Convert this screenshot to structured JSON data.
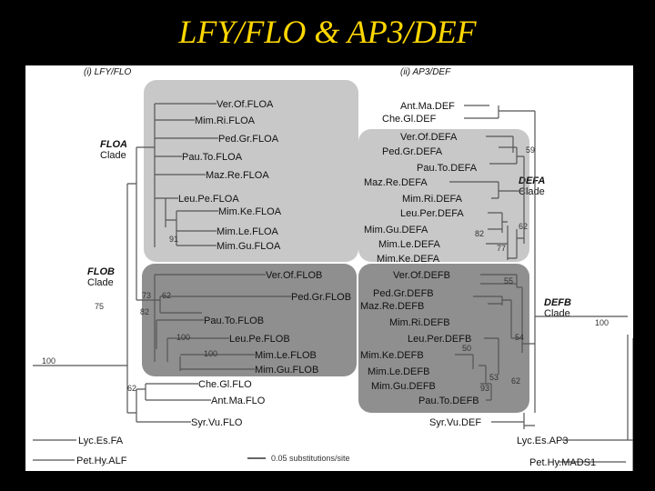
{
  "title": "LFY/FLO & AP3/DEF",
  "panels": {
    "left": {
      "prefix": "(i) ",
      "name": "LFY/FLO"
    },
    "right": {
      "prefix": "(ii) ",
      "name": "AP3/DEF"
    }
  },
  "clades": {
    "floa": [
      "FLOA",
      "Clade"
    ],
    "flob": [
      "FLOB",
      "Clade"
    ],
    "defa": [
      "DEFA",
      "Clade"
    ],
    "defb": [
      "DEFB",
      "Clade"
    ]
  },
  "taxa": {
    "floa": [
      "Ver.Of.FLOA",
      "Mim.Ri.FLOA",
      "Ped.Gr.FLOA",
      "Pau.To.FLOA",
      "Maz.Re.FLOA",
      "Leu.Pe.FLOA",
      "Mim.Ke.FLOA",
      "Mim.Le.FLOA",
      "Mim.Gu.FLOA"
    ],
    "flob": [
      "Ver.Of.FLOB",
      "Ped.Gr.FLOB",
      "Pau.To.FLOB",
      "Leu.Pe.FLOB",
      "Mim.Le.FLOB",
      "Mim.Gu.FLOB"
    ],
    "flo_other": [
      "Che.Gl.FLO",
      "Ant.Ma.FLO",
      "Syr.Vu.FLO"
    ],
    "flo_out": [
      "Lyc.Es.FA",
      "Pet.Hy.ALF"
    ],
    "def_top": [
      "Ant.Ma.DEF",
      "Che.Gl.DEF"
    ],
    "defa": [
      "Ver.Of.DEFA",
      "Ped.Gr.DEFA",
      "Pau.To.DEFA",
      "Maz.Re.DEFA",
      "Mim.Ri.DEFA",
      "Leu.Per.DEFA",
      "Mim.Gu.DEFA",
      "Mim.Le.DEFA",
      "Mim.Ke.DEFA"
    ],
    "defb": [
      "Ver.Of.DEFB",
      "Ped.Gr.DEFB",
      "Maz.Re.DEFB",
      "Mim.Ri.DEFB",
      "Leu.Per.DEFB",
      "Mim.Ke.DEFB",
      "Mim.Le.DEFB",
      "Mim.Gu.DEFB",
      "Pau.To.DEFB"
    ],
    "def_other": [
      "Syr.Vu.DEF"
    ],
    "def_out": [
      "Lyc.Es.AP3",
      "Pet.Hy.MADS1"
    ]
  },
  "bootstrap": {
    "left": [
      "91",
      "73",
      "62",
      "82",
      "100",
      "100",
      "75",
      "62",
      "100"
    ],
    "right": [
      "59",
      "82",
      "77",
      "62",
      "55",
      "54",
      "50",
      "53",
      "93",
      "62",
      "100"
    ]
  },
  "scale_label": "0.05 substitutions/site",
  "colors": {
    "title": "#ffd700",
    "box_light": "#c8c8c8",
    "box_dark": "#8f8f8f"
  }
}
